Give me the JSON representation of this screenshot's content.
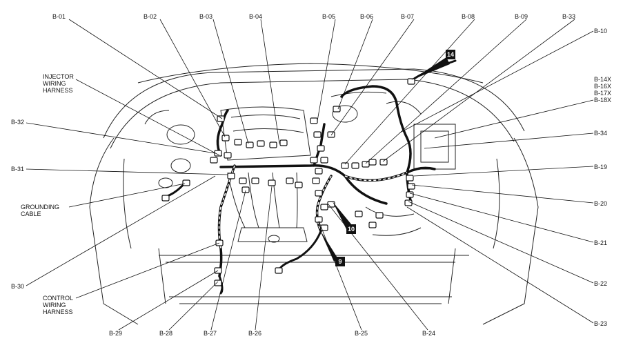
{
  "labels": {
    "b01": "B-01",
    "b02": "B-02",
    "b03": "B-03",
    "b04": "B-04",
    "b05": "B-05",
    "b06": "B-06",
    "b07": "B-07",
    "b08": "B-08",
    "b09": "B-09",
    "b33": "B-33",
    "b10": "B-10",
    "b14x": "B-14X",
    "b16x": "B-16X",
    "b17x": "B-17X",
    "b18x": "B-18X",
    "b34": "B-34",
    "b19": "B-19",
    "b20": "B-20",
    "b21": "B-21",
    "b22": "B-22",
    "b23": "B-23",
    "b24": "B-24",
    "b25": "B-25",
    "b26": "B-26",
    "b27": "B-27",
    "b28": "B-28",
    "b29": "B-29",
    "b30": "B-30",
    "b31": "B-31",
    "b32": "B-32",
    "injector": "INJECTOR\nWIRING\nHARNESS",
    "grounding": "GROUNDING\nCABLE",
    "control": "CONTROL\nWIRING\nHARNESS",
    "badge14": "14",
    "badge10": "10",
    "badge9": "9"
  }
}
